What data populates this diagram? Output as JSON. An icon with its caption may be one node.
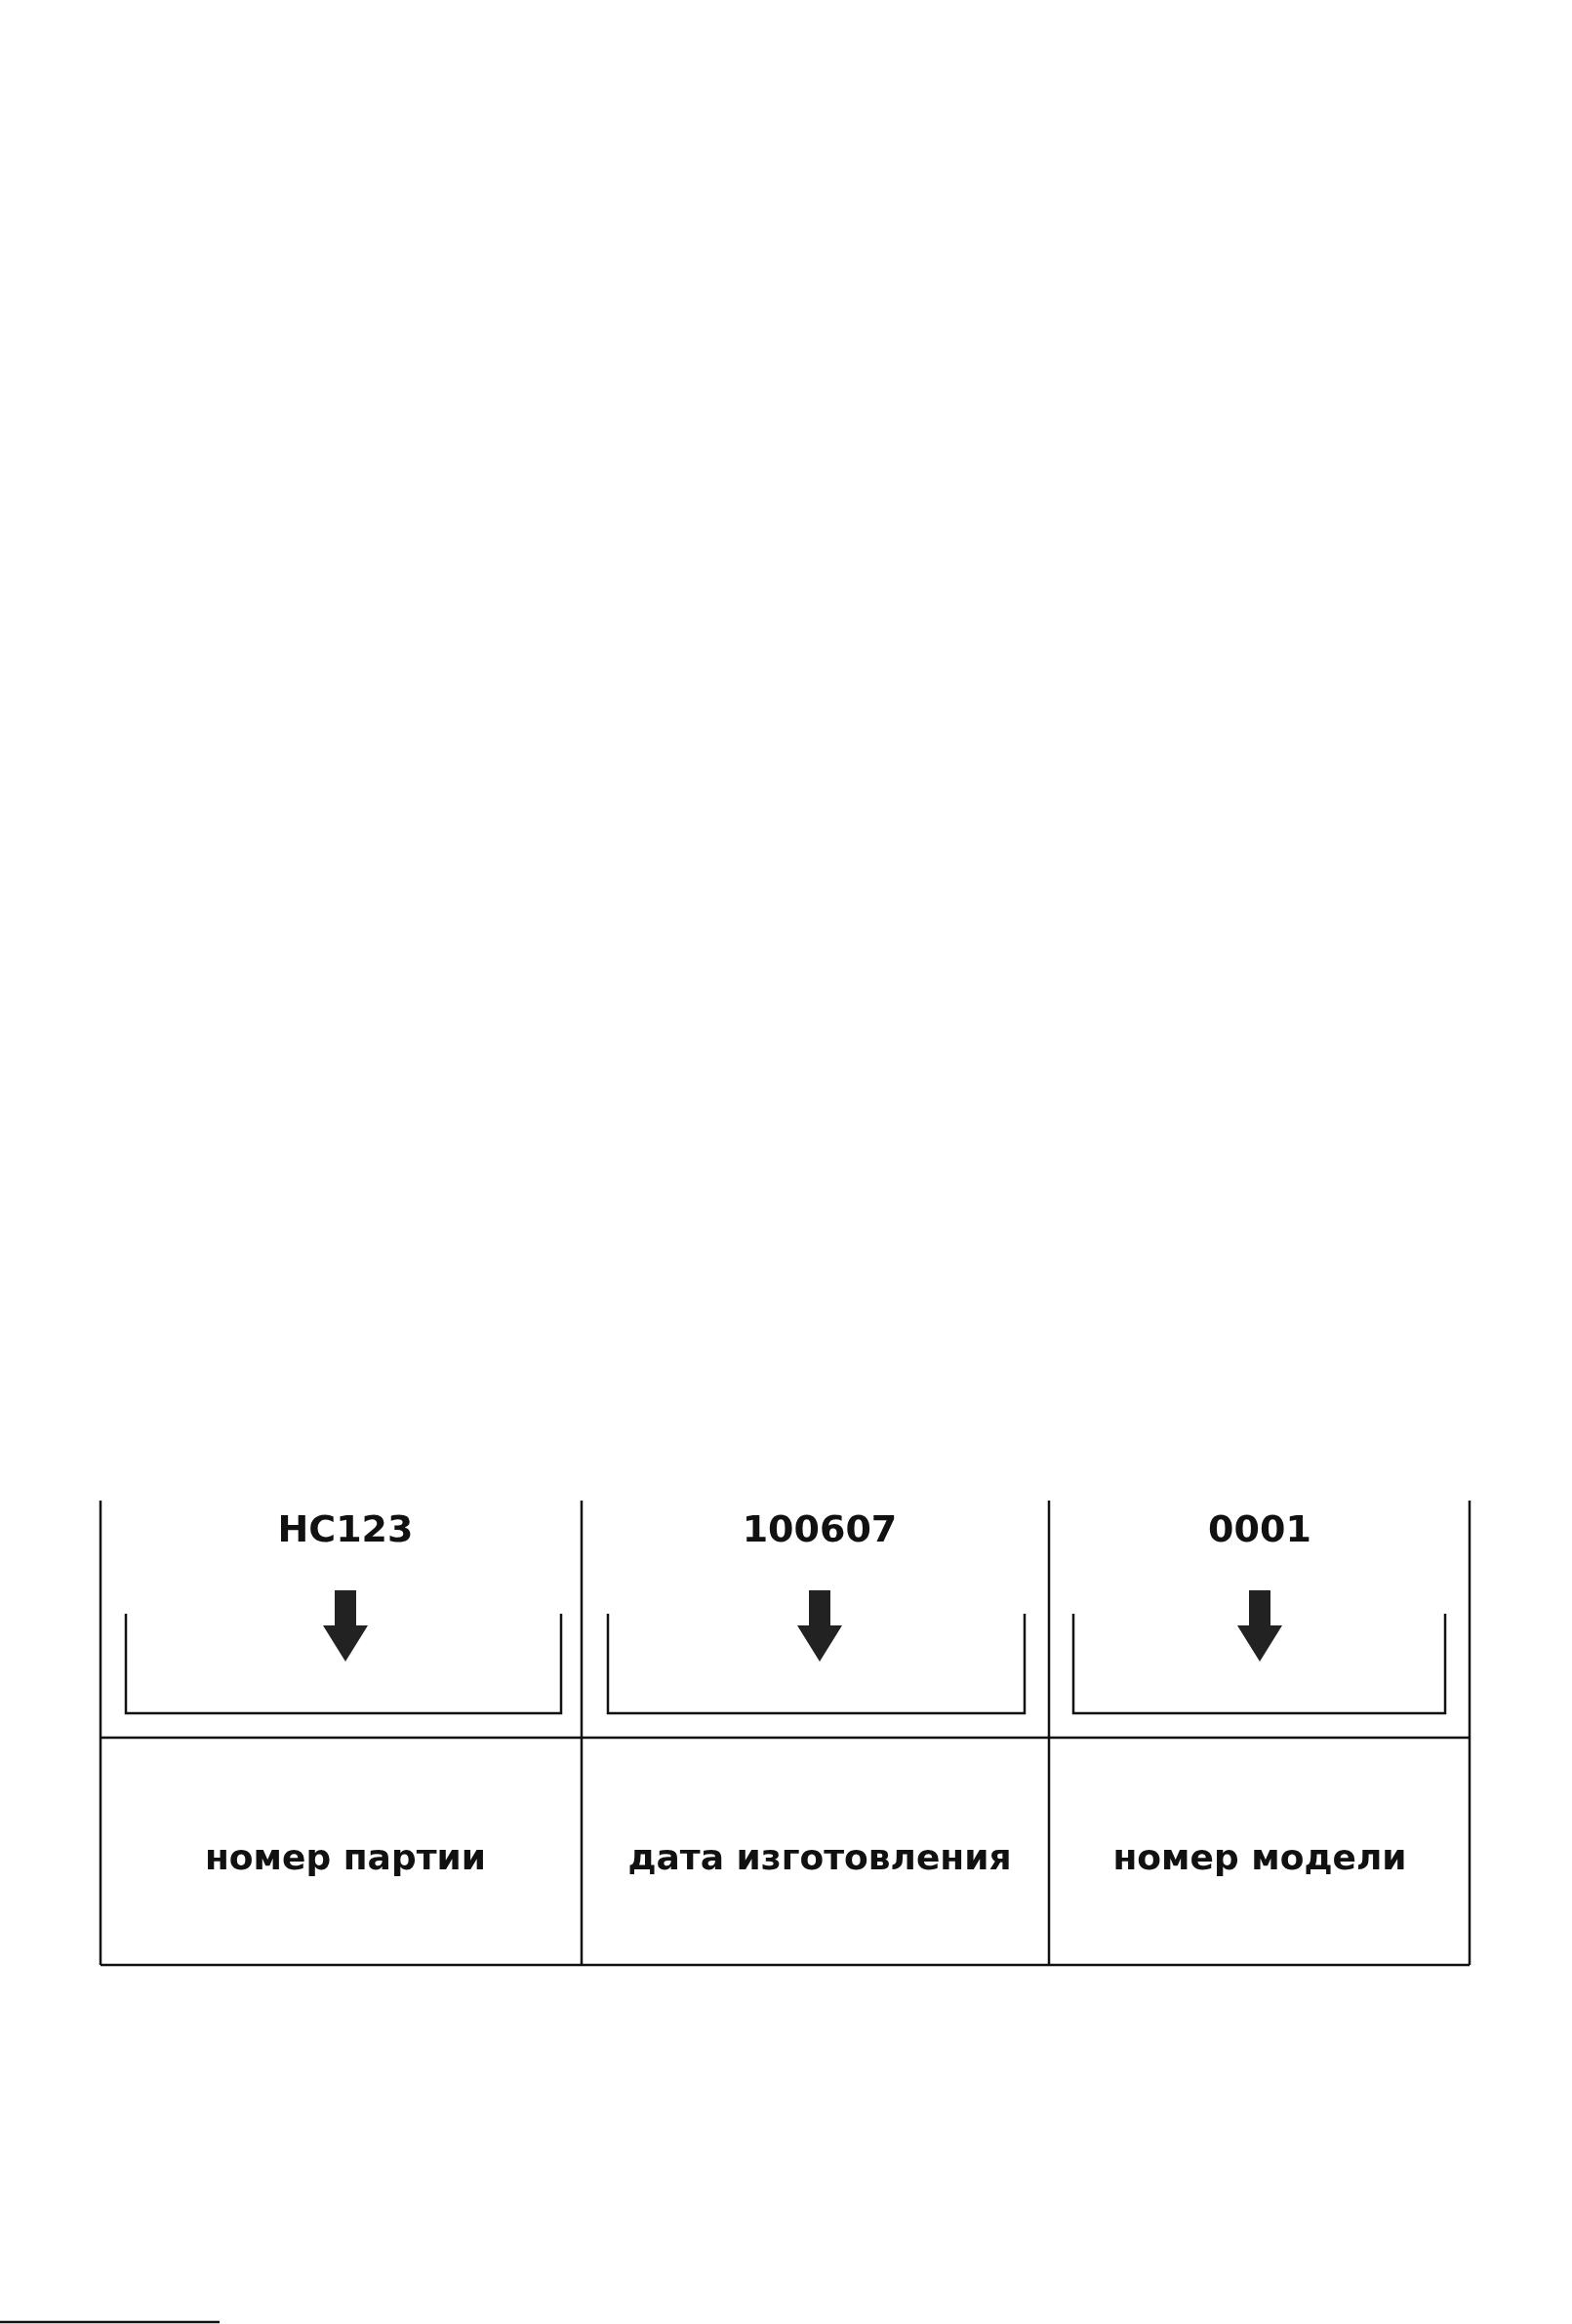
{
  "diagram": {
    "labels": [
      "HC123",
      "100607",
      "0001",
      "номер партии",
      "дата изготовления",
      "номер модели"
    ]
  }
}
